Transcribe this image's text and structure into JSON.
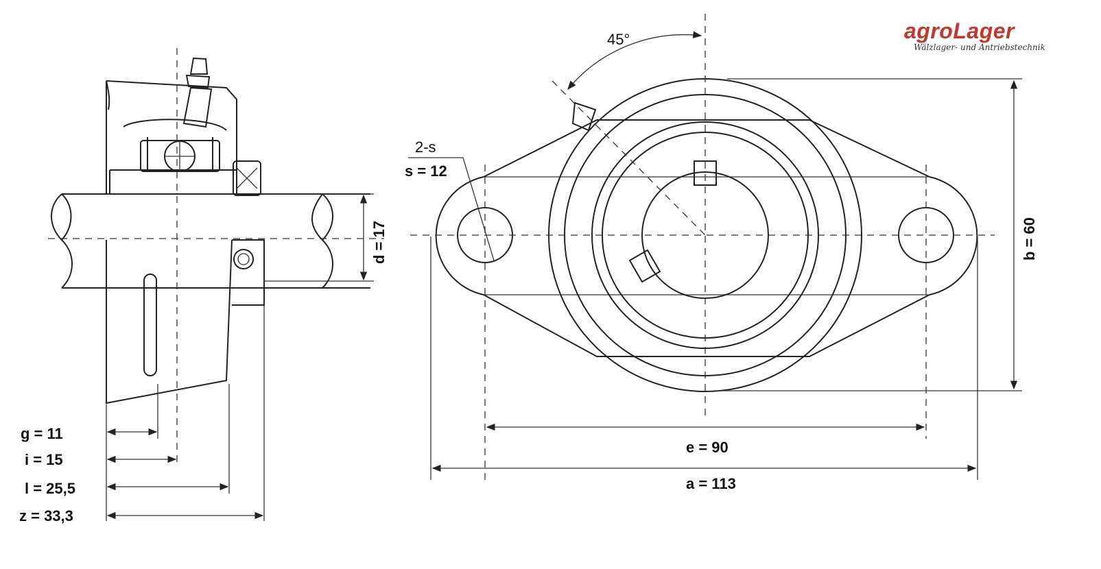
{
  "brand": {
    "name": "agroLager",
    "tagline": "Wälzlager- und Antriebstechnik",
    "accent_color": "#c0392b"
  },
  "dimensions": {
    "d": "d = 17",
    "b": "b = 60",
    "e": "e = 90",
    "a": "a = 113",
    "g": "g = 11",
    "i": "i = 15",
    "l": "l = 25,5",
    "z": "z = 33,3",
    "s": "s = 12",
    "holes": "2-s",
    "angle": "45°"
  }
}
